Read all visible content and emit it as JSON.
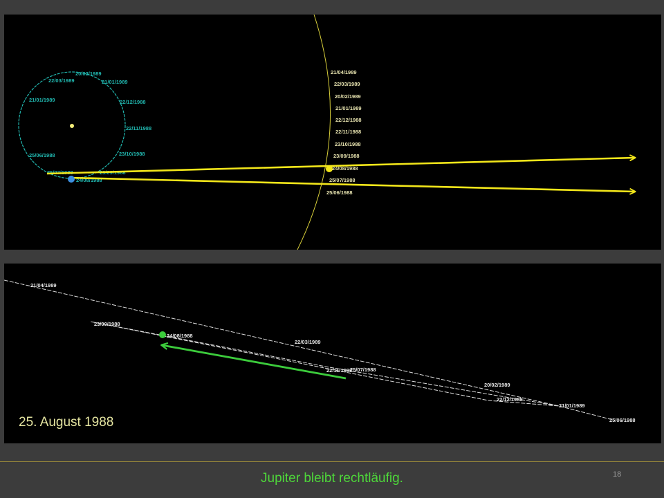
{
  "top_panel": {
    "earth_orbit_labels": [
      "20/02/1989",
      "22/03/1989",
      "21/01/1989",
      "21/01/1989",
      "22/12/1988",
      "22/11/1988",
      "23/10/1988",
      "25/06/1988",
      "23/09/1988",
      "25/07/1988",
      "24/08/1988"
    ],
    "jupiter_orbit_labels": [
      "21/04/1989",
      "22/03/1989",
      "20/02/1989",
      "21/01/1989",
      "22/12/1988",
      "22/11/1988",
      "23/10/1988",
      "23/09/1988",
      "24/08/1988",
      "25/07/1988",
      "25/06/1988"
    ],
    "colors": {
      "earth_orbit": "#21b8b0",
      "jupiter_orbit": "#d8cf3a",
      "sight_line": "#f2e61a",
      "earth_dot": "#3c8fe0",
      "jupiter_dot": "#f2e61a",
      "sun": "#f4ee7a"
    }
  },
  "bottom_panel": {
    "path_labels": [
      "21/04/1989",
      "23/09/1988",
      "24/08/1988",
      "22/03/1989",
      "22/11/1988",
      "25/07/1988",
      "20/02/1989",
      "22/12/1988",
      "21/01/1989",
      "25/06/1988"
    ],
    "date": "25. August 1988",
    "colors": {
      "arrow": "#3ccc3c",
      "dot": "#3ccc3c",
      "path": "#dcdcdc"
    }
  },
  "caption": "Jupiter bleibt rechtläufig.",
  "slide_number": "18"
}
